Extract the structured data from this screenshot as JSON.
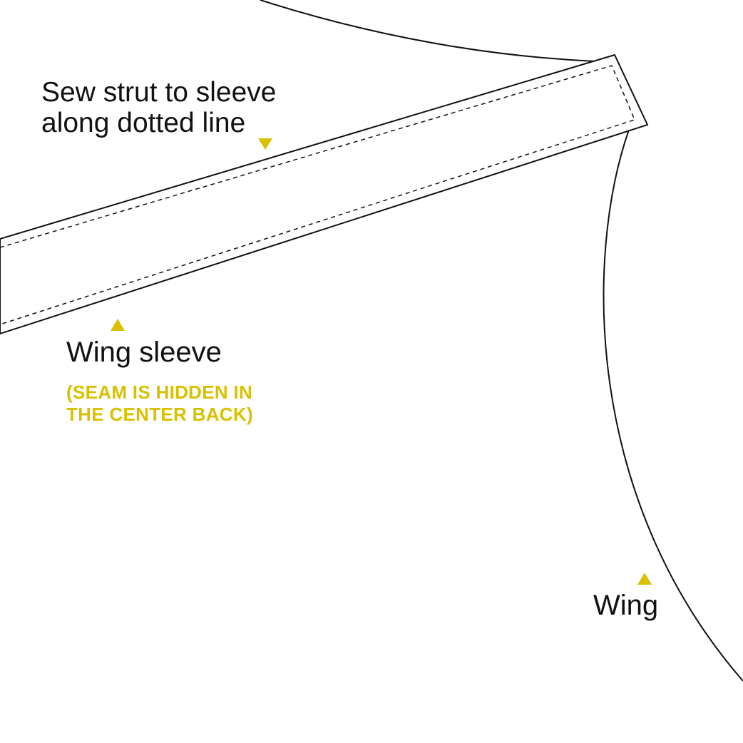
{
  "annotations": {
    "instruction": {
      "line1": "Sew strut to sleeve",
      "line2": "along dotted line"
    },
    "wing_sleeve": {
      "label": "Wing sleeve",
      "note_line1": "(SEAM IS HIDDEN IN",
      "note_line2": "THE CENTER BACK)"
    },
    "wing": {
      "label": "Wing"
    }
  },
  "colors": {
    "background": "#ffffff",
    "outline": "#111111",
    "accent": "#d9c000"
  },
  "icons": {
    "strut_marker": "triangle-down",
    "sleeve_marker": "triangle-up",
    "wing_marker": "triangle-up"
  }
}
